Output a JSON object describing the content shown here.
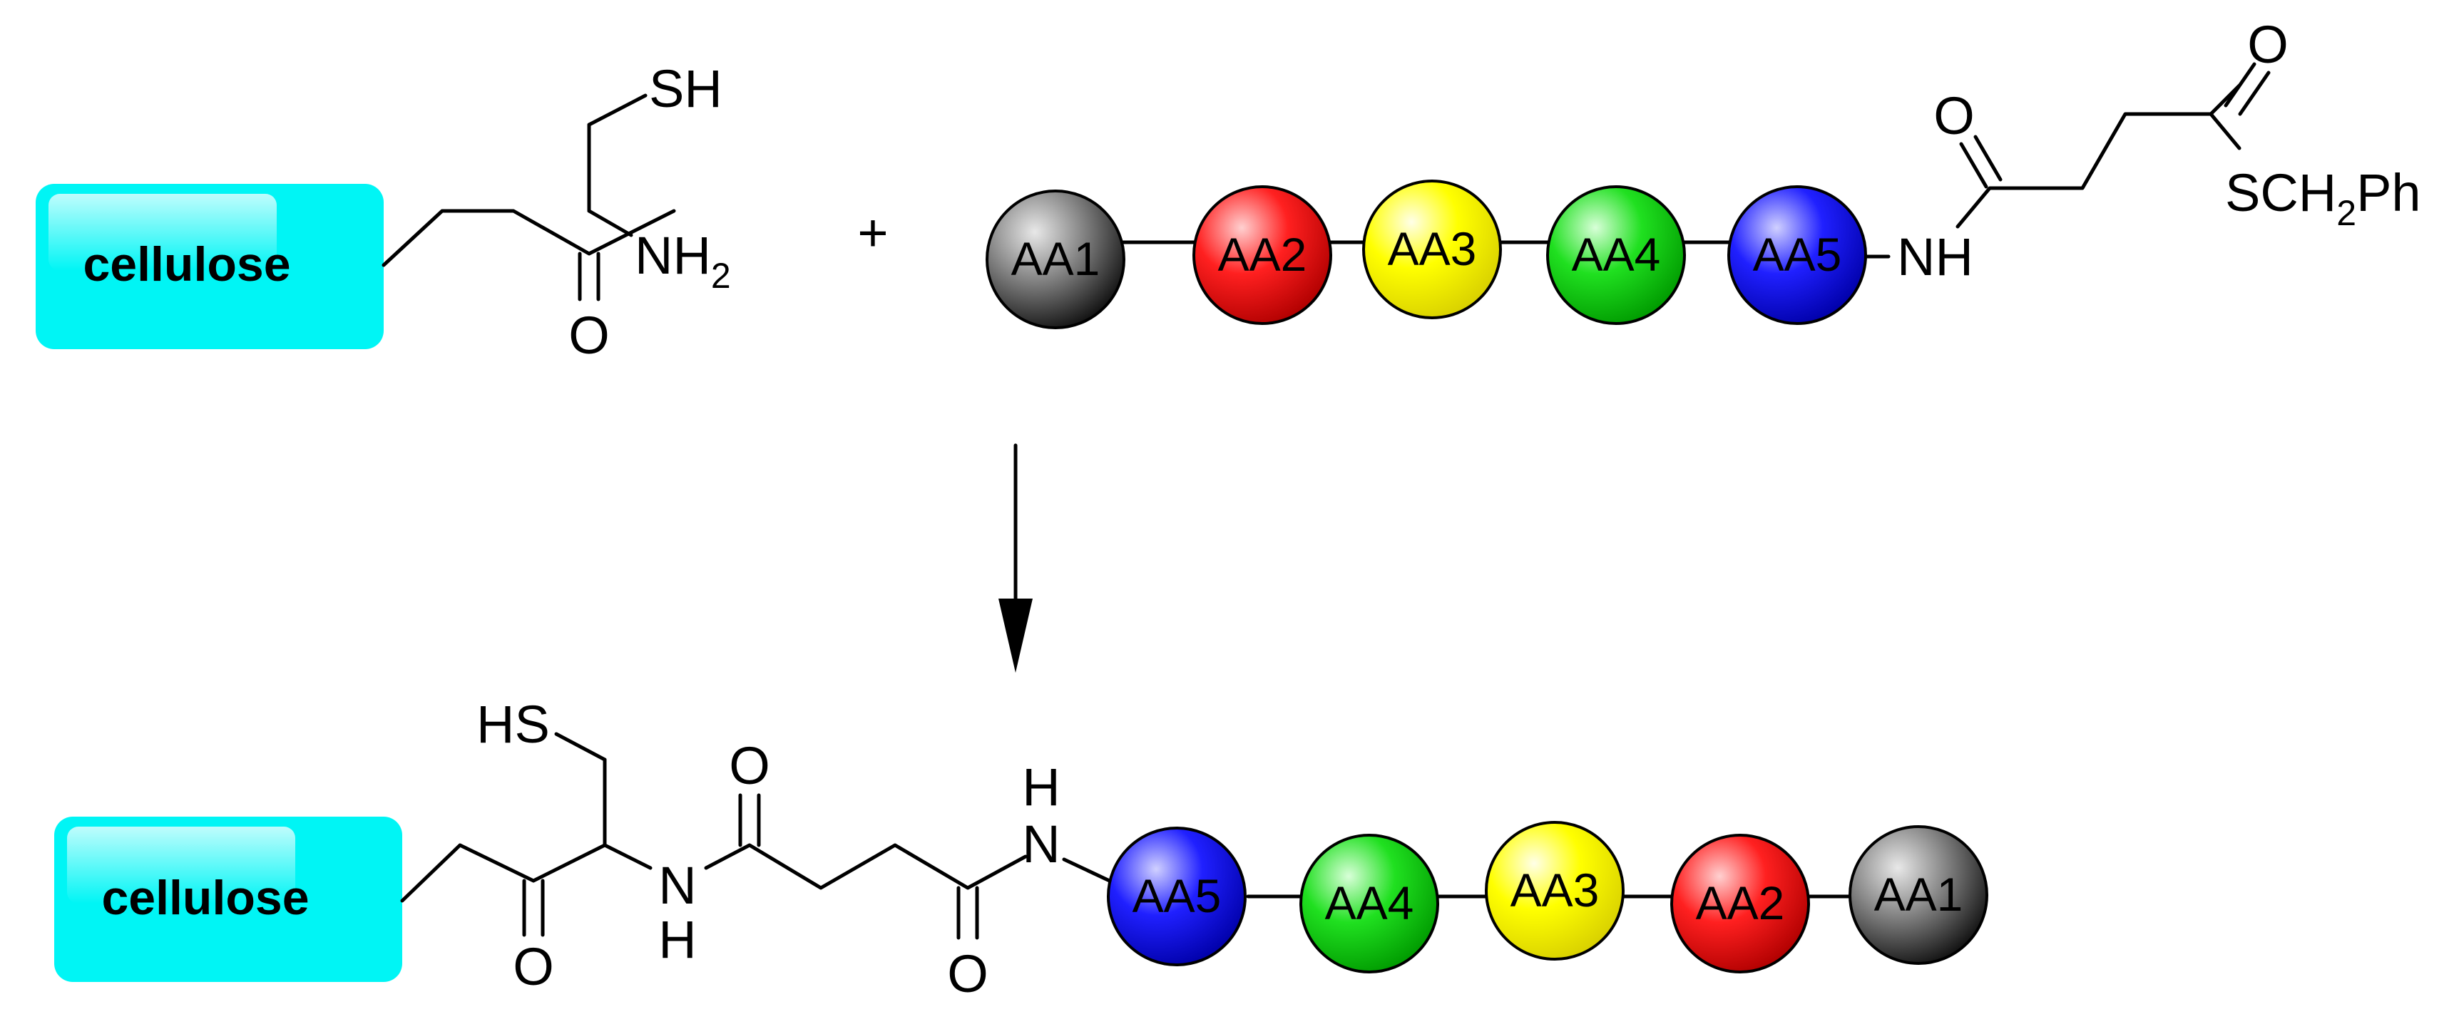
{
  "reactant_left": {
    "support_label": "cellulose",
    "thiol_label": "SH",
    "amine_label": "NH",
    "amine_subscript": "2",
    "carbonyl_label": "O"
  },
  "plus_sign": "+",
  "reactant_right": {
    "beads": [
      "AA1",
      "AA2",
      "AA3",
      "AA4",
      "AA5"
    ],
    "amide_nh_label": "NH",
    "amide_o_label": "O",
    "thioester_o_label": "O",
    "thioester_group_prefix": "SCH",
    "thioester_group_subscript": "2",
    "thioester_group_suffix": "Ph"
  },
  "product": {
    "support_label": "cellulose",
    "thiol_label": "HS",
    "ketone_o_label": "O",
    "amide1_n_label": "N",
    "amide1_h_label": "H",
    "amide1_o_label": "O",
    "amide2_o_label": "O",
    "amide2_n_label": "N",
    "amide2_h_label": "H",
    "beads": [
      "AA5",
      "AA4",
      "AA3",
      "AA2",
      "AA1"
    ]
  },
  "colors": {
    "cellulose_box": "#00f5f5",
    "AA1": "#2a2a2a",
    "AA2": "#ff1010",
    "AA3": "#ffff00",
    "AA4": "#10e010",
    "AA5": "#1a1aff"
  }
}
